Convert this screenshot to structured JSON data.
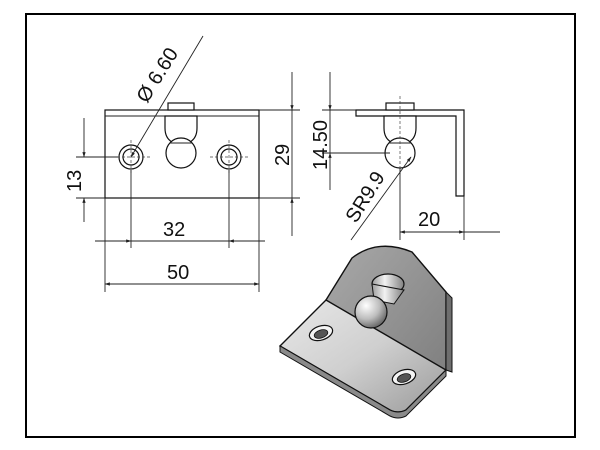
{
  "drawing": {
    "dimensions": {
      "hole_diameter": "Ø 6.60",
      "height_13": "13",
      "height_29": "29",
      "height_14_50": "14.50",
      "sphere_radius": "SR9.9",
      "width_32": "32",
      "width_50": "50",
      "offset_20": "20"
    }
  }
}
